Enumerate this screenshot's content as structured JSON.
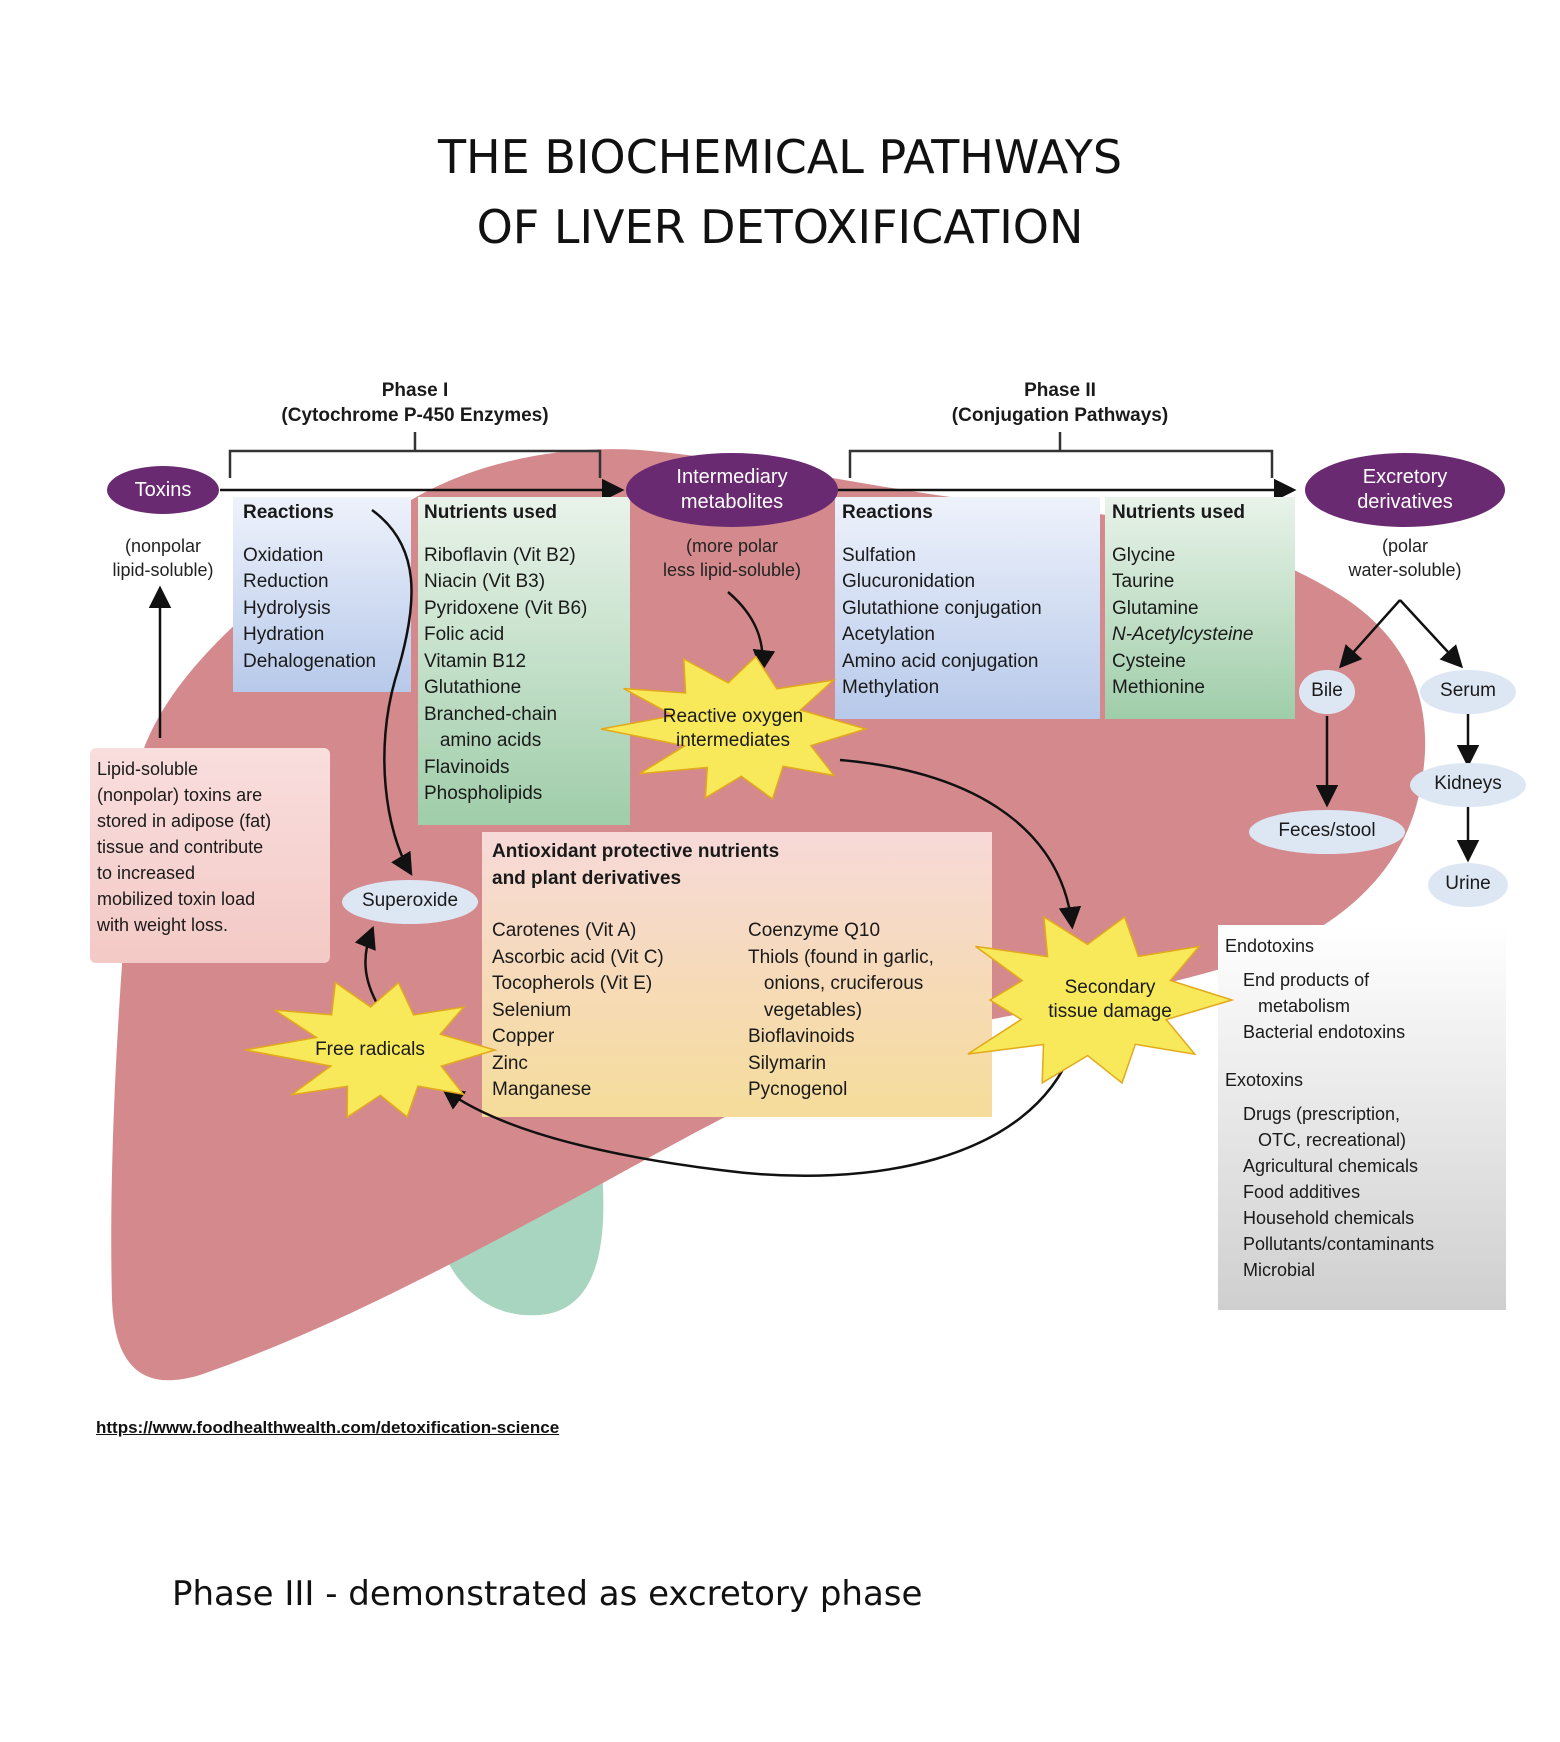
{
  "title": {
    "line1": "THE BIOCHEMICAL PATHWAYS",
    "line2": "OF  LIVER DETOXIFICATION"
  },
  "phase1": {
    "title": "Phase I",
    "subtitle": "(Cytochrome P-450 Enzymes)"
  },
  "phase2": {
    "title": "Phase II",
    "subtitle": "(Conjugation Pathways)"
  },
  "nodes": {
    "toxins": "Toxins",
    "toxins_note": [
      "(nonpolar",
      "lipid-soluble)"
    ],
    "intermediary": [
      "Intermediary",
      "metabolites"
    ],
    "intermediary_note": [
      "(more polar",
      "less lipid-soluble)"
    ],
    "excretory": [
      "Excretory",
      "derivatives"
    ],
    "excretory_note": [
      "(polar",
      "water-soluble)"
    ]
  },
  "phase1_reactions": {
    "heading": "Reactions",
    "items": [
      "Oxidation",
      "Reduction",
      "Hydrolysis",
      "Hydration",
      "Dehalogenation"
    ]
  },
  "phase1_nutrients": {
    "heading": "Nutrients used",
    "items": [
      "Riboflavin (Vit B2)",
      "Niacin (Vit B3)",
      "Pyridoxene (Vit B6)",
      "Folic acid",
      "Vitamin B12",
      "Glutathione",
      "Branched-chain",
      "   amino acids",
      "Flavinoids",
      "Phospholipids"
    ]
  },
  "phase2_reactions": {
    "heading": "Reactions",
    "items": [
      "Sulfation",
      "Glucuronidation",
      "Glutathione conjugation",
      "Acetylation",
      "Amino acid conjugation",
      "Methylation"
    ]
  },
  "phase2_nutrients": {
    "heading": "Nutrients used",
    "items": [
      "Glycine",
      "Taurine",
      "Glutamine",
      "N-Acetylcysteine",
      "Cysteine",
      "Methionine"
    ]
  },
  "adipose_note": [
    "Lipid-soluble",
    "(nonpolar) toxins are",
    "stored in adipose (fat)",
    "tissue and contribute",
    "to increased",
    "mobilized toxin load",
    "with weight loss."
  ],
  "antioxidants": {
    "heading": [
      "Antioxidant protective nutrients",
      "and plant derivatives"
    ],
    "col1": [
      "Carotenes (Vit A)",
      "Ascorbic acid (Vit C)",
      "Tocopherols (Vit E)",
      "Selenium",
      "Copper",
      "Zinc",
      "Manganese"
    ],
    "col2": [
      "Coenzyme Q10",
      "Thiols (found in garlic,",
      "   onions, cruciferous",
      "   vegetables)",
      "Bioflavinoids",
      "Silymarin",
      "Pycnogenol"
    ]
  },
  "bursts": {
    "ros": [
      "Reactive oxygen",
      "intermediates"
    ],
    "free_radicals": "Free radicals",
    "secondary": [
      "Secondary",
      "tissue damage"
    ]
  },
  "superoxide": "Superoxide",
  "excretion": {
    "bile": "Bile",
    "serum": "Serum",
    "kidneys": "Kidneys",
    "feces": "Feces/stool",
    "urine": "Urine"
  },
  "toxin_sources": {
    "endo_heading": "Endotoxins",
    "endo_items": [
      "End products of",
      "   metabolism",
      "Bacterial endotoxins"
    ],
    "exo_heading": "Exotoxins",
    "exo_items": [
      "Drugs (prescription,",
      "   OTC, recreational)",
      "Agricultural chemicals",
      "Food additives",
      "Household chemicals",
      "Pollutants/contaminants",
      "Microbial"
    ]
  },
  "source_url": "https://www.foodhealthwealth.com/detoxification-science",
  "footer": "Phase III - demonstrated as excretory phase",
  "colors": {
    "liver": "#d48a8d",
    "purple": "#6a2a72",
    "oval": "#dde7f4",
    "burst": "#f7e95a"
  }
}
